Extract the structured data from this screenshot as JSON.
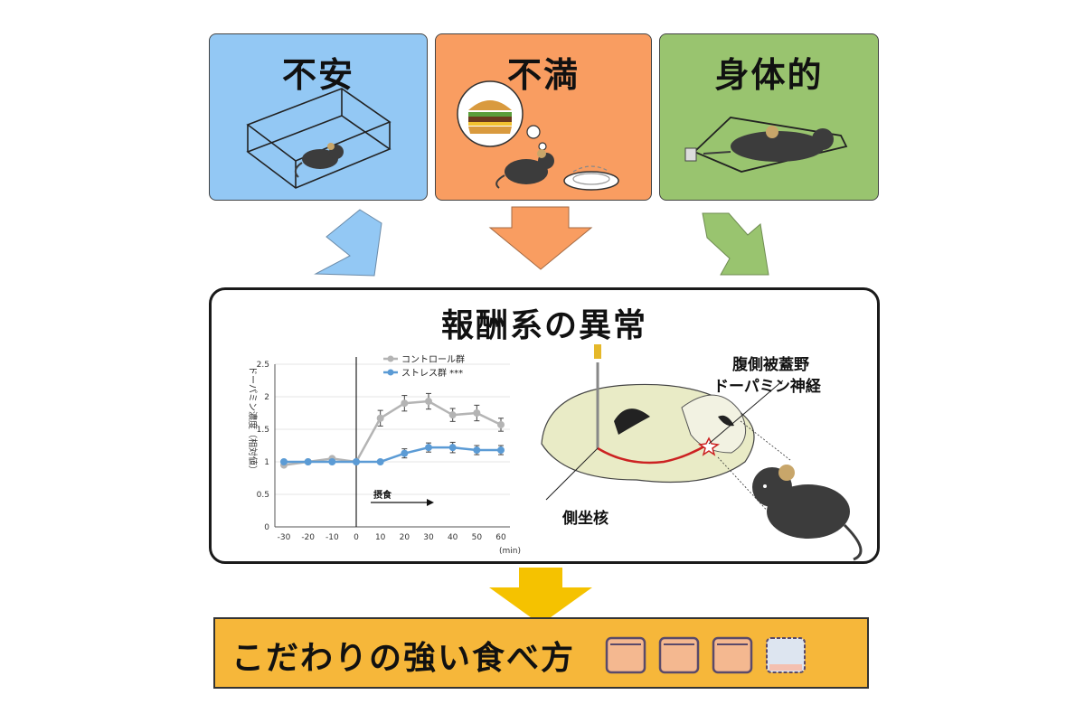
{
  "panels": [
    {
      "title": "不安",
      "color": "#93c8f4"
    },
    {
      "title": "不満",
      "color": "#f99d61"
    },
    {
      "title": "身体的",
      "color": "#99c46f"
    }
  ],
  "center": {
    "title": "報酬系の異常"
  },
  "bottom": {
    "text": "こだわりの強い食べ方"
  },
  "brain": {
    "vta_label_line1": "腹側被蓋野",
    "vta_label_line2": "ドーパミン神経",
    "nac_label": "側坐核"
  },
  "chart_data": {
    "type": "line",
    "ylabel": "ドーパミン濃度（相対値）",
    "xlabel": "(min)",
    "ylim": [
      0,
      2.5
    ],
    "yticks": [
      "0",
      "0.5",
      "1",
      "1.5",
      "2",
      "2.5"
    ],
    "x": [
      -30,
      -20,
      -10,
      0,
      10,
      20,
      30,
      40,
      50,
      60
    ],
    "xtick_labels": [
      "-30",
      "-20",
      "-10",
      "0",
      "10",
      "20",
      "30",
      "40",
      "50",
      "60"
    ],
    "annotation": "摂食",
    "series": [
      {
        "name": "コントロール群",
        "color": "#b4b4b4",
        "values": [
          0.95,
          1.0,
          1.05,
          1.0,
          1.67,
          1.9,
          1.93,
          1.72,
          1.75,
          1.57
        ],
        "errors": [
          0,
          0,
          0,
          0,
          0.12,
          0.12,
          0.12,
          0.1,
          0.12,
          0.1
        ]
      },
      {
        "name": "ストレス群",
        "color": "#5b9bd5",
        "significance": "***",
        "values": [
          1.0,
          1.0,
          1.0,
          1.0,
          1.0,
          1.13,
          1.22,
          1.22,
          1.18,
          1.18
        ],
        "errors": [
          0,
          0,
          0,
          0,
          0,
          0.07,
          0.07,
          0.08,
          0.07,
          0.07
        ]
      }
    ]
  }
}
